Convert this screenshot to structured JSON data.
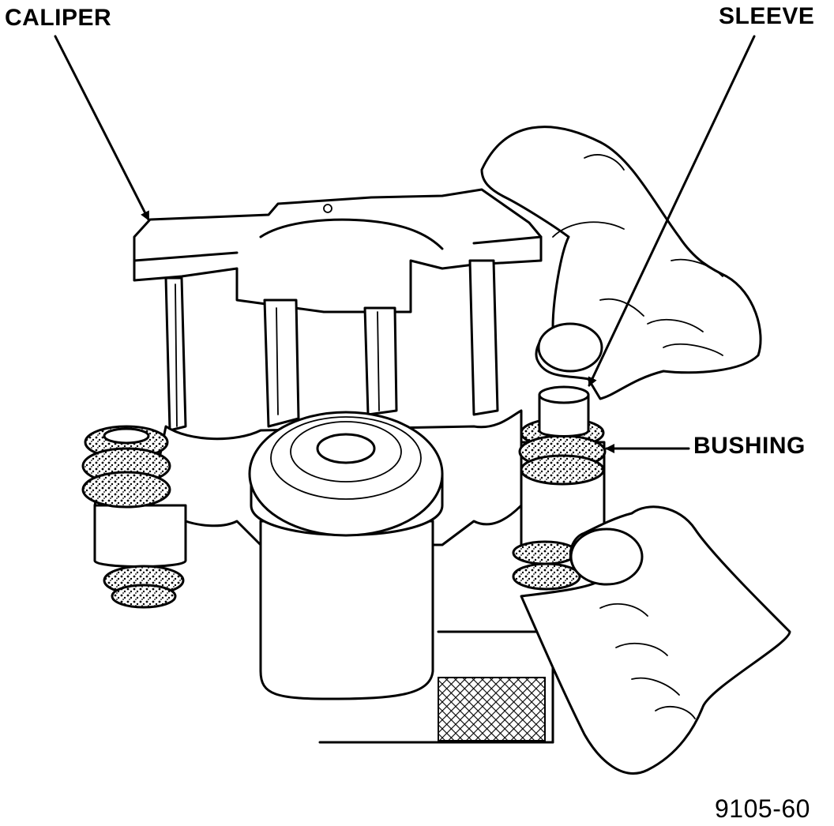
{
  "labels": {
    "caliper": "CALIPER",
    "sleeve": "SLEEVE",
    "bushing": "BUSHING"
  },
  "figure_number": "9105-60",
  "colors": {
    "ink": "#000000",
    "paper": "#ffffff"
  }
}
